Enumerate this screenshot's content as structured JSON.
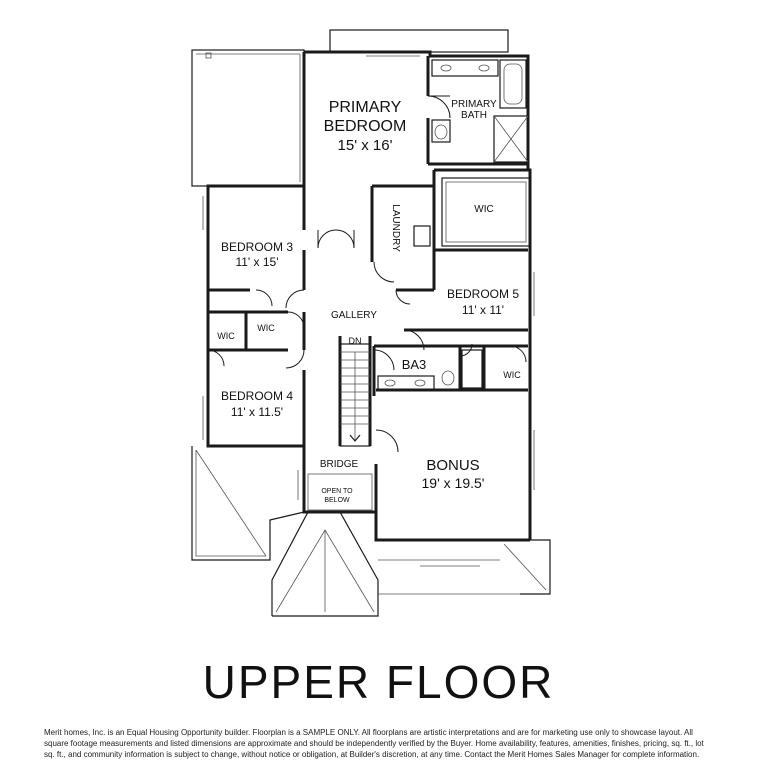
{
  "floor_title": "UPPER FLOOR",
  "rooms": {
    "primary_bedroom": {
      "line1": "PRIMARY",
      "line2": "BEDROOM",
      "dims": "15' x 16'"
    },
    "primary_bath": {
      "line1": "PRIMARY",
      "line2": "BATH"
    },
    "laundry": "LAUNDRY",
    "wic_primary": "WIC",
    "bedroom3": {
      "name": "BEDROOM 3",
      "dims": "11' x 15'"
    },
    "bedroom5": {
      "name": "BEDROOM 5",
      "dims": "11' x 11'"
    },
    "gallery": "GALLERY",
    "wic_b3_left": "WIC",
    "wic_b3_right": "WIC",
    "dn": "DN",
    "ba3": "BA3",
    "wic_b5": "WIC",
    "bedroom4": {
      "name": "BEDROOM 4",
      "dims": "11' x 11.5'"
    },
    "bridge": "BRIDGE",
    "bonus": {
      "name": "BONUS",
      "dims": "19' x 19.5'"
    },
    "open_to_below": {
      "line1": "OPEN TO",
      "line2": "BELOW"
    }
  },
  "disclaimer": "Merit homes, Inc. is an Equal Housing Opportunity builder. Floorplan is a SAMPLE ONLY. All floorplans are artistic interpretations and are for marketing use only to showcase layout. All square footage measurements and listed dimensions are approximate and should be independently verified by the Buyer. Home availability, features, amenities, finishes, pricing, sq. ft., lot sq. ft., and community information is subject to change, without notice or obligation, at Builder's discretion, at any time. Contact the Merit Homes Sales Manager for complete information."
}
